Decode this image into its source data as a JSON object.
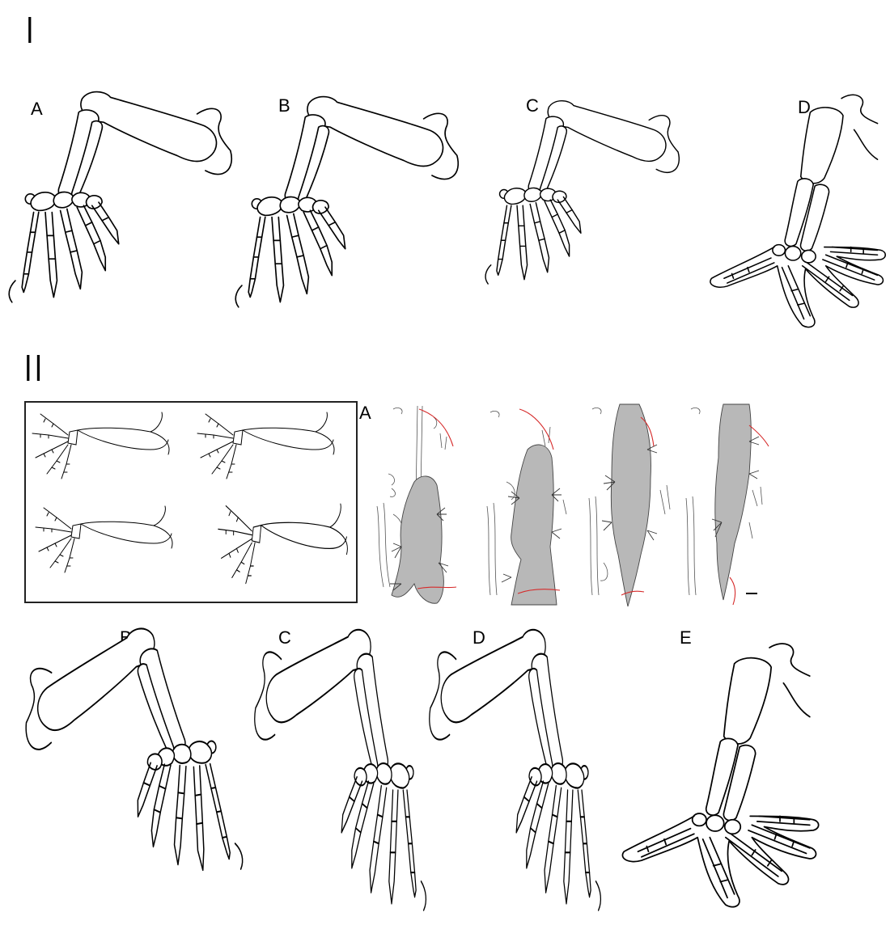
{
  "figure": {
    "section_I": {
      "label": "I",
      "panels": [
        {
          "label": "A",
          "limb": "hindlimb-skeleton"
        },
        {
          "label": "B",
          "limb": "hindlimb-skeleton"
        },
        {
          "label": "C",
          "limb": "hindlimb-skeleton"
        },
        {
          "label": "D",
          "limb": "hindlimb-webbed-outline"
        }
      ]
    },
    "section_II": {
      "label": "II",
      "inset_label": "A",
      "panels": [
        {
          "label": "B",
          "limb": "hindlimb-skeleton"
        },
        {
          "label": "C",
          "limb": "hindlimb-skeleton"
        },
        {
          "label": "D",
          "limb": "hindlimb-skeleton"
        },
        {
          "label": "E",
          "limb": "hindlimb-webbed-outline"
        }
      ]
    },
    "colors": {
      "line": "#000000",
      "lizard_fill": "#b8b8b8",
      "trace_red": "#d62a2a",
      "frame": "#222222"
    }
  }
}
